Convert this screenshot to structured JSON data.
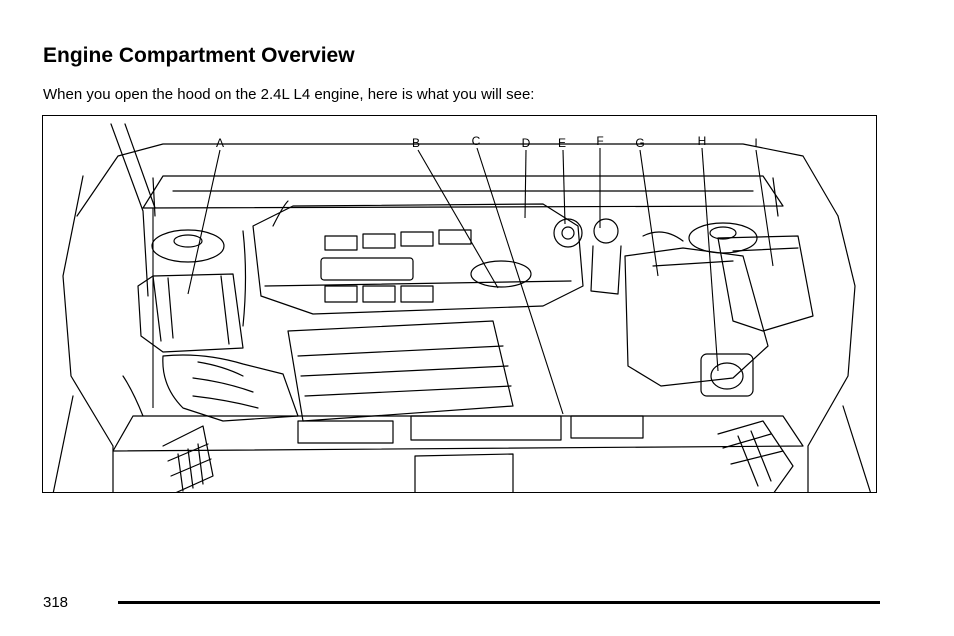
{
  "page": {
    "title": "Engine Compartment Overview",
    "intro": "When you open the hood on the 2.4L L4 engine, here is what you will see:",
    "page_number": "318"
  },
  "figure": {
    "callouts": [
      "A",
      "B",
      "C",
      "D",
      "E",
      "F",
      "G",
      "H",
      "I"
    ]
  }
}
